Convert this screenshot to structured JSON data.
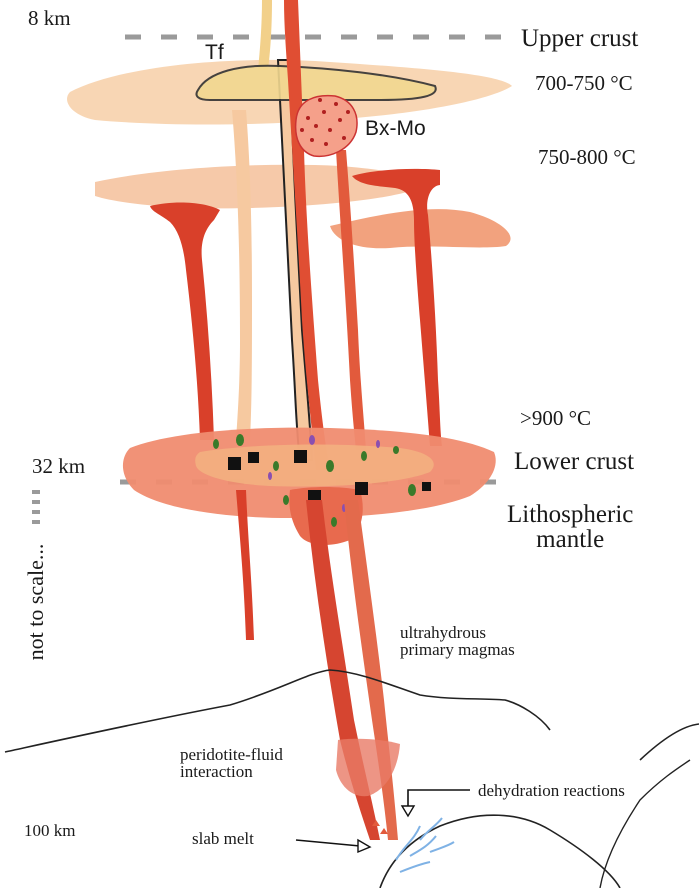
{
  "depths": {
    "top": "8 km",
    "middle": "32 km",
    "bottom": "100 km"
  },
  "layers": {
    "upper_crust": "Upper crust",
    "lower_crust": "Lower crust",
    "lithospheric_mantle": "Lithospheric\nmantle"
  },
  "temperatures": {
    "t1": "700-750 °C",
    "t2": "750-800 °C",
    "t3": ">900 °C"
  },
  "features": {
    "tf": "Tf",
    "bx_mo": "Bx-Mo",
    "ultrahydrous": "ultrahydrous\nprimary magmas",
    "peridotite": "peridotite-fluid\ninteraction",
    "dehydration": "dehydration reactions",
    "slab_melt": "slab melt"
  },
  "scale_note": "not to scale...",
  "colors": {
    "magma_red": "#d9402a",
    "pale_orange": "#f6c9a0",
    "salmon": "#f08c70",
    "yellow_melt": "#f2d08a",
    "slab_fluid_blue": "#7fb2e5",
    "dash_gray": "#9a9a9a"
  }
}
